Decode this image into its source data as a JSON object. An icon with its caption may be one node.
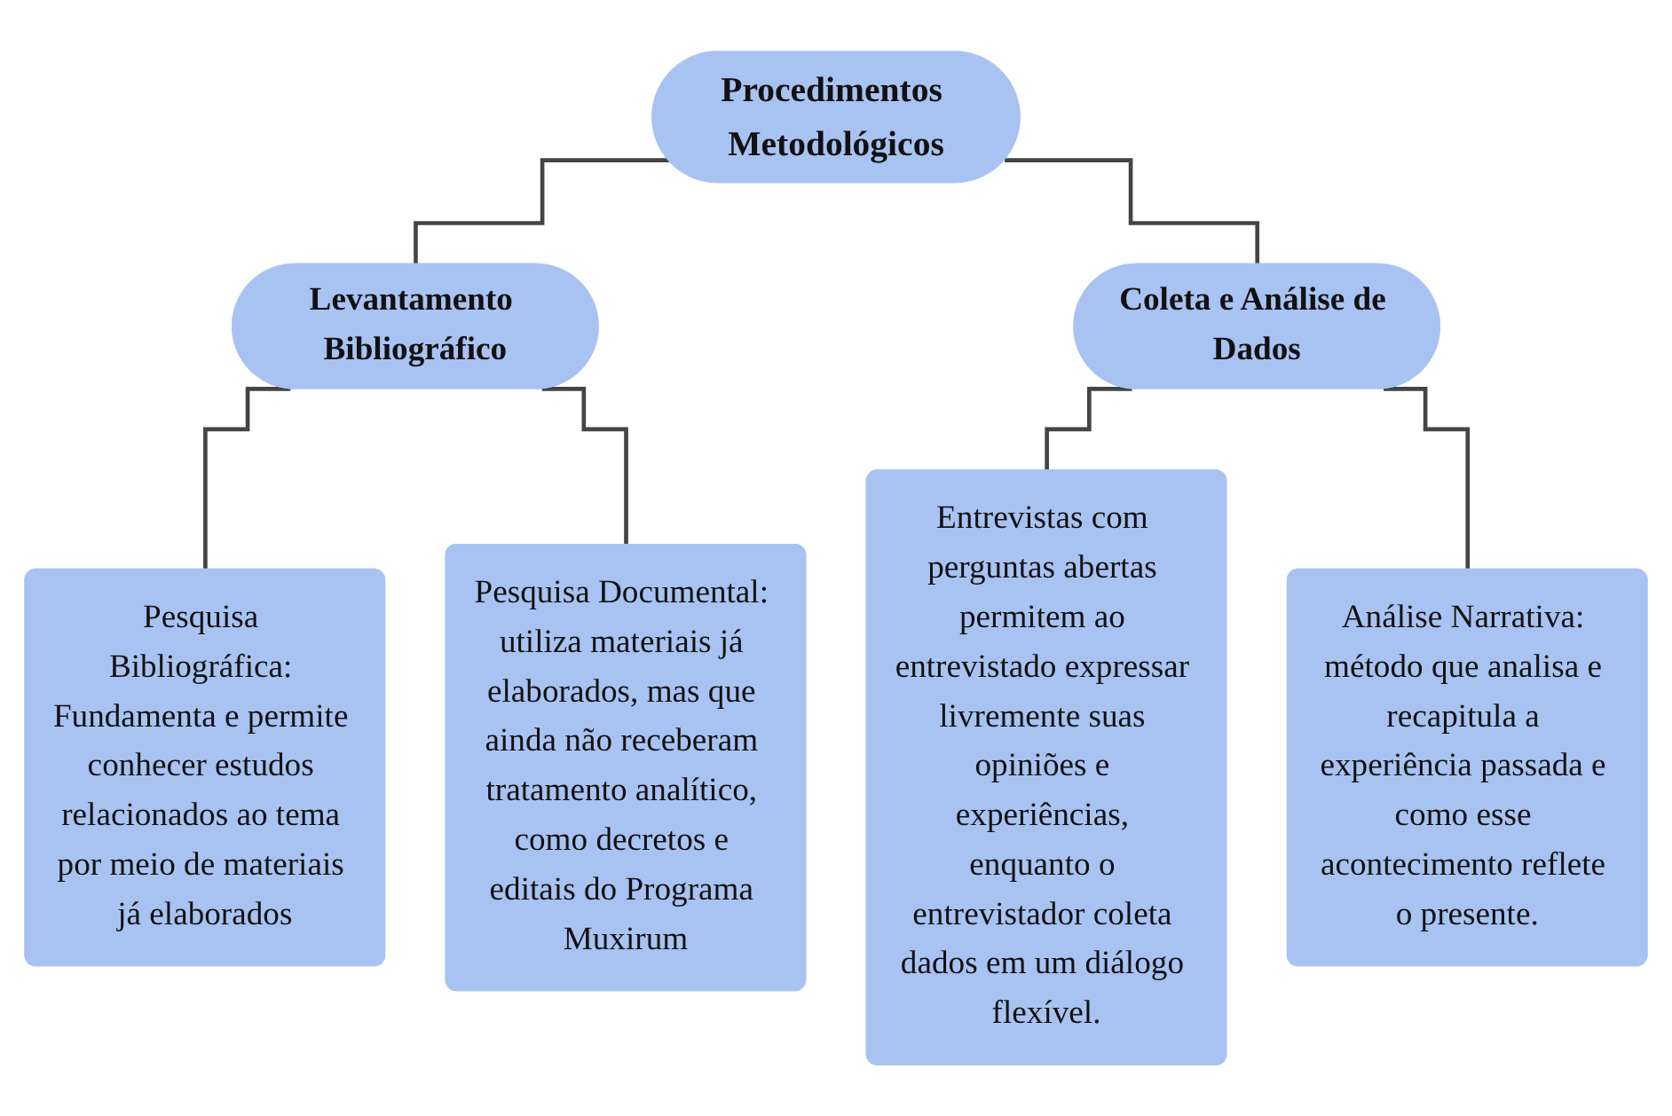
{
  "diagram": {
    "nodes": [
      {
        "text": [
          "Procedimentos Metodológicos"
        ]
      },
      {
        "text": [
          "Levantamento Bibliográfico"
        ]
      },
      {
        "text": [
          "Coleta e Análise de Dados"
        ]
      },
      {
        "text": [
          "Pesquisa Bibliográfica: Fundamenta e permite conhecer estudos relacionados ao tema por meio de materiais já elaborados"
        ]
      },
      {
        "text": [
          "Pesquisa Documental: utiliza materiais já elaborados, mas que ainda não receberam tratamento analítico, como decretos e editais do Programa Muxirum"
        ]
      },
      {
        "text": [
          "Entrevistas com perguntas abertas permitem ao entrevistado expressar livremente suas opiniões e experiências, enquanto o entrevistador coleta dados em um diálogo flexível."
        ]
      },
      {
        "text": [
          "Análise Narrativa: método que analisa e recapitula a experiência passada e como esse acontecimento reflete o presente."
        ]
      }
    ],
    "edges": [
      {
        "from": 0,
        "to": 1,
        "arrow": "none"
      },
      {
        "from": 0,
        "to": 2,
        "arrow": "none"
      },
      {
        "from": 1,
        "to": 3,
        "arrow": "none"
      },
      {
        "from": 1,
        "to": 4,
        "arrow": "none"
      },
      {
        "from": 2,
        "to": 5,
        "arrow": "none"
      },
      {
        "from": 2,
        "to": 6,
        "arrow": "none"
      }
    ]
  }
}
